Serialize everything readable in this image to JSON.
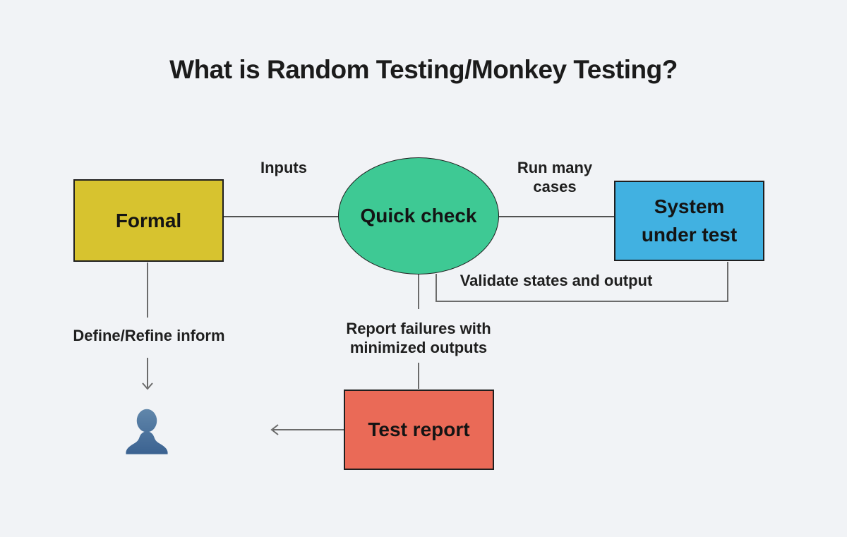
{
  "title": "What is Random Testing/Monkey Testing?",
  "nodes": {
    "formal": {
      "label": "Formal",
      "color": "#d7c32f",
      "shape": "rectangle"
    },
    "quick_check": {
      "label": "Quick check",
      "color": "#3ec994",
      "shape": "ellipse"
    },
    "system_under_test": {
      "label_line1": "System",
      "label_line2": "under test",
      "color": "#41b1e1",
      "shape": "rectangle"
    },
    "test_report": {
      "label": "Test report",
      "color": "#ea6a57",
      "shape": "rectangle"
    }
  },
  "edge_labels": {
    "inputs": "Inputs",
    "run_many_line1": "Run many",
    "run_many_line2": "cases",
    "validate": "Validate states and output",
    "report_failures_line1": "Report failures with",
    "report_failures_line2": "minimized outputs",
    "define_refine": "Define/Refine inform"
  },
  "icons": {
    "user": "user-silhouette-icon"
  },
  "colors": {
    "background": "#f1f3f6",
    "connector_dark": "#1c1c1c",
    "connector_gray": "#6b6b6b",
    "node_border": "#1f1f1f",
    "text": "#1b1b1b",
    "user_icon_top": "#6187ab",
    "user_icon_bottom": "#3a6190"
  }
}
